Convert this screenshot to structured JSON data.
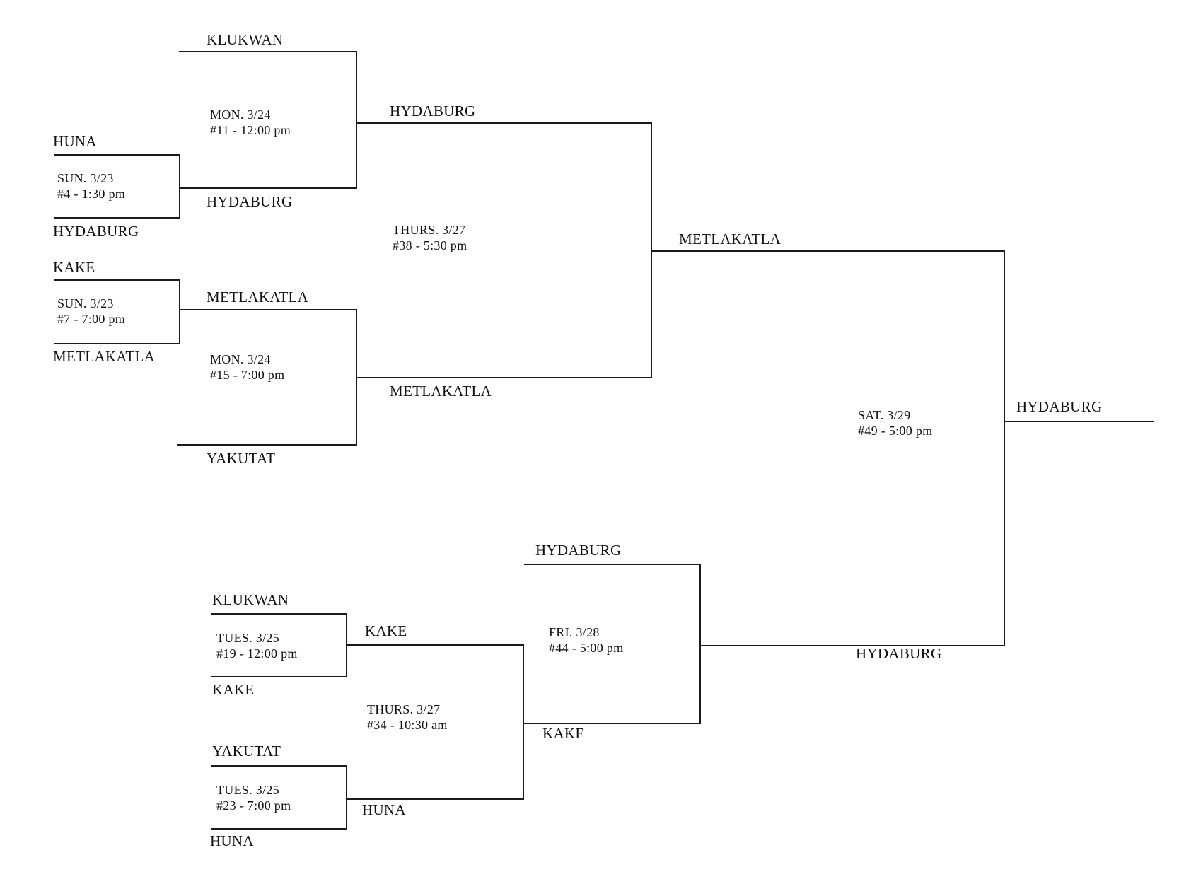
{
  "teams": {
    "r1_top": "KLUKWAN",
    "g4_top": "HUNA",
    "g4_bottom": "HYDABURG",
    "g11_bottom": "HYDABURG",
    "g7_top": "KAKE",
    "g7_bottom": "METLAKATLA",
    "g15_top": "METLAKATLA",
    "g15_bottom": "YAKUTAT",
    "g38_top": "HYDABURG",
    "g38_bottom": "METLAKATLA",
    "g49_top": "METLAKATLA",
    "champion": "HYDABURG",
    "g19_top": "KLUKWAN",
    "g19_bottom": "KAKE",
    "g23_top": "YAKUTAT",
    "g23_bottom": "HUNA",
    "g34_top": "KAKE",
    "g34_bottom": "HUNA",
    "g44_top": "HYDABURG",
    "g44_bottom": "KAKE",
    "g49_bottom": "HYDABURG"
  },
  "games": {
    "g4": {
      "date": "SUN. 3/23",
      "info": "#4 - 1:30 pm"
    },
    "g7": {
      "date": "SUN. 3/23",
      "info": "#7 - 7:00 pm"
    },
    "g11": {
      "date": "MON. 3/24",
      "info": "#11 - 12:00 pm"
    },
    "g15": {
      "date": "MON. 3/24",
      "info": "#15 - 7:00 pm"
    },
    "g38": {
      "date": "THURS. 3/27",
      "info": "#38 - 5:30 pm"
    },
    "g49": {
      "date": "SAT. 3/29",
      "info": "#49 - 5:00 pm"
    },
    "g19": {
      "date": "TUES. 3/25",
      "info": "#19 - 12:00 pm"
    },
    "g23": {
      "date": "TUES. 3/25",
      "info": "#23 - 7:00 pm"
    },
    "g34": {
      "date": "THURS. 3/27",
      "info": "#34 - 10:30 am"
    },
    "g44": {
      "date": "FRI. 3/28",
      "info": "#44 - 5:00 pm"
    }
  },
  "line_color": "#1a1a1a"
}
